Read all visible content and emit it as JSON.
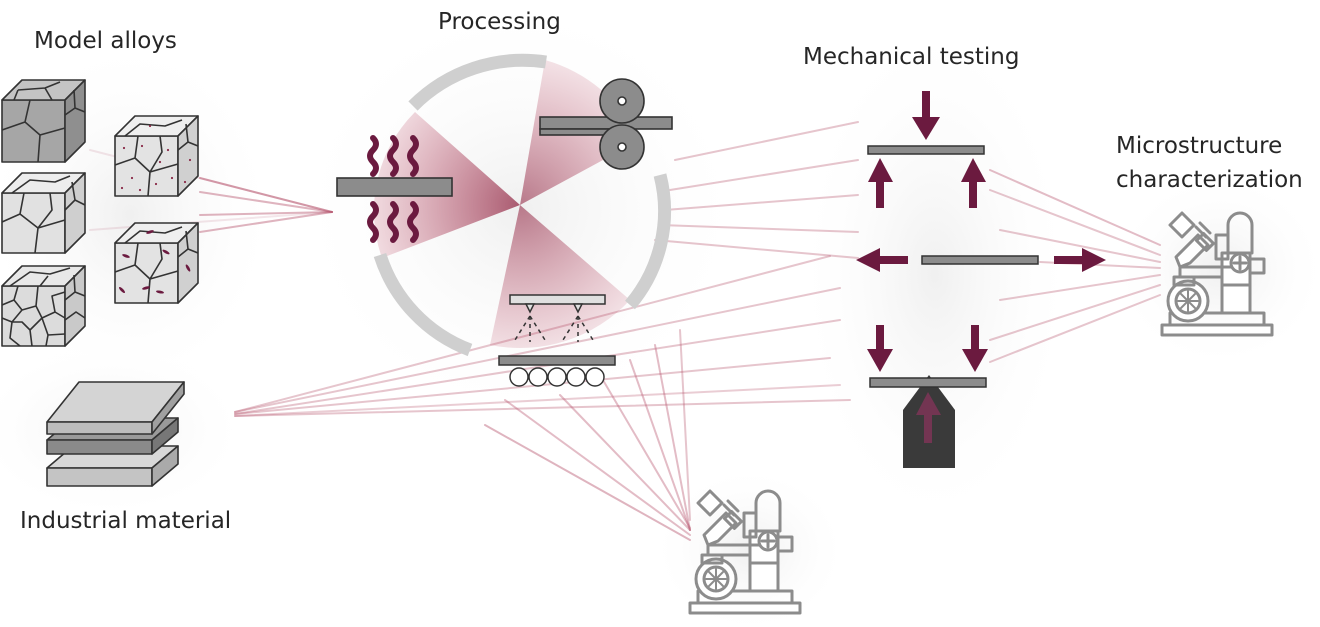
{
  "labels": {
    "model_alloys": "Model alloys",
    "processing": "Processing",
    "mechanical_testing": "Mechanical testing",
    "microstructure_line1": "Microstructure",
    "microstructure_line2": "characterization",
    "industrial_material": "Industrial material"
  },
  "colors": {
    "accent": "#6b1a3f",
    "ray": "#b85870",
    "metal": "#8c8c8c",
    "ring": "#cfcfcf",
    "dark": "#3a3a3a"
  },
  "icons": [
    "microstructure-cube-icon",
    "sheet-stack-icon",
    "heat-treatment-icon",
    "rolling-icon",
    "spray-cooling-icon",
    "arrow-icon",
    "microscope-icon"
  ]
}
